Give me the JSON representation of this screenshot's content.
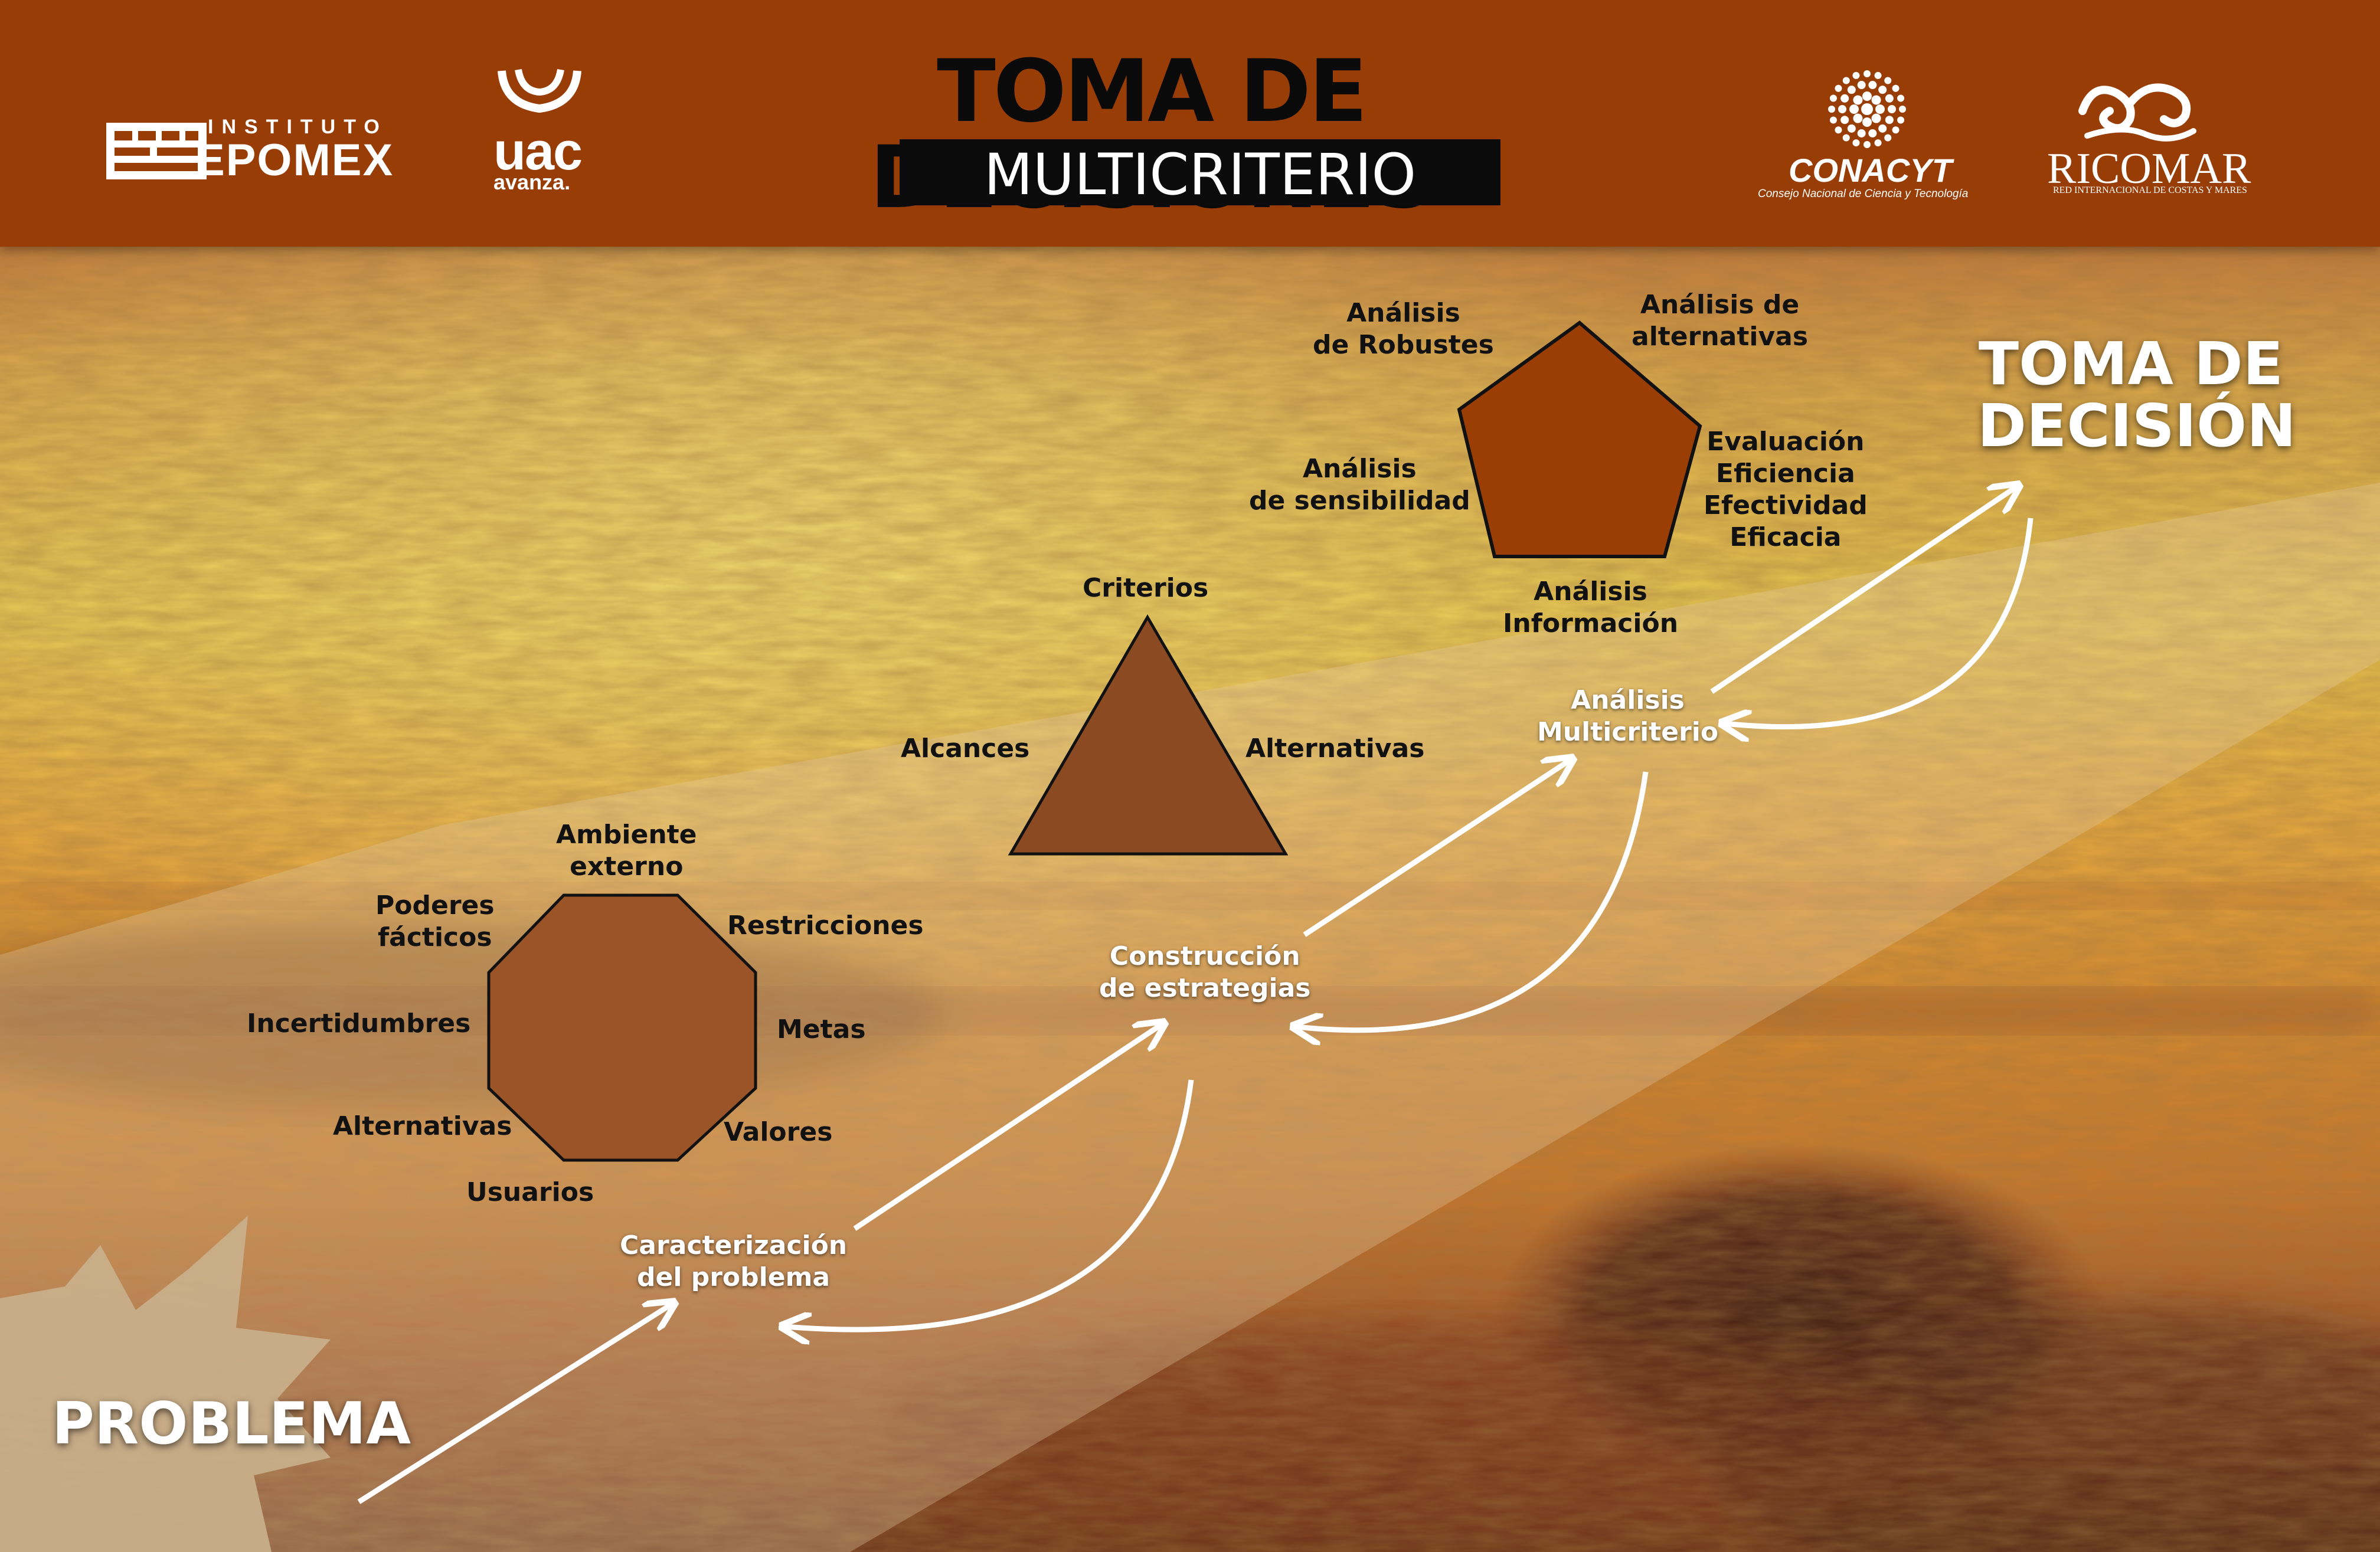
{
  "header": {
    "title": "TOMA DE DECISIONES",
    "subtitle": "MULTICRITERIO",
    "logos": {
      "epomex_top": "INSTITUTO",
      "epomex_main": "EPOMEX",
      "uac_main": "uac",
      "uac_sub": "avanza.",
      "conacyt_main": "CONACYT",
      "conacyt_sub": "Consejo Nacional de Ciencia y Tecnología",
      "ricomar_main": "RICOMAR",
      "ricomar_sub": "RED INTERNACIONAL DE COSTAS Y MARES"
    }
  },
  "octagon": {
    "top": "Ambiente\nexterno",
    "upper_left": "Poderes\nfácticos",
    "upper_right": "Restricciones",
    "left": "Incertidumbres",
    "right": "Metas",
    "lower_left": "Alternativas",
    "lower_right": "Valores",
    "bottom": "Usuarios"
  },
  "triangle": {
    "top": "Criterios",
    "left": "Alcances",
    "right": "Alternativas"
  },
  "pentagon": {
    "upper_left": "Análisis\nde Robustes",
    "upper_right": "Análisis de\nalternativas",
    "left": "Análisis\nde sensibilidad",
    "right": "Evaluación\nEficiencia\nEfectividad\nEficacia",
    "bottom": "Análisis\nInformación"
  },
  "flow": {
    "start": "PROBLEMA",
    "step1": "Caracterización\ndel problema",
    "step2": "Construcción\nde estrategias",
    "step3": "Análisis\nMulticriterio",
    "end": "TOMA DE\nDECISIÓN"
  },
  "colors": {
    "header_bg": "#983d05",
    "pentagon_fill": "#9a3e06",
    "triangle_fill": "#8b4a22",
    "octagon_fill": "#9a5427",
    "title_text": "#0a0a0a",
    "arrow": "#ffffff"
  }
}
